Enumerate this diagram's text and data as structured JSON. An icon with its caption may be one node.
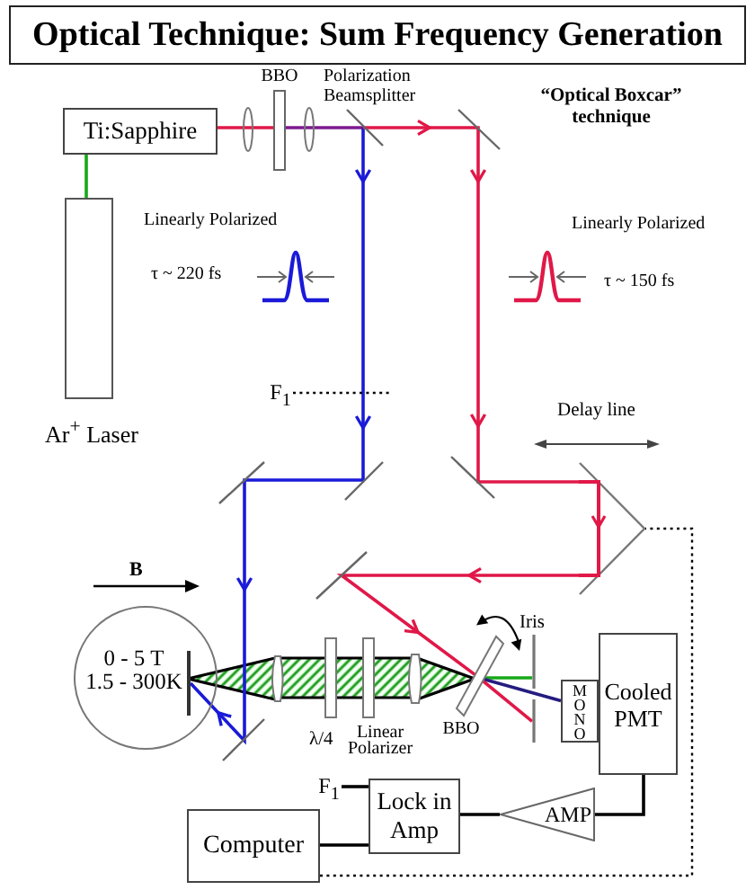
{
  "diagram": {
    "title": "Optical Technique: Sum Frequency Generation",
    "nodes": [
      {
        "text": [
          "Ti:Sapphire"
        ]
      },
      {
        "text": [],
        "shape": "bar"
      },
      {
        "text": [
          "Ar$^{+}$ Laser"
        ]
      },
      {
        "text": [
          "F$_{1}$"
        ]
      },
      {
        "text": [],
        "shape": "chevron"
      },
      {
        "text": [
          "0 - 5 T",
          "1.5 - 300K"
        ]
      },
      {
        "text": [],
        "shape": "bar",
        "in": 5
      },
      {
        "text": [],
        "shape": "bar"
      },
      {
        "text": [],
        "shape": "bar"
      },
      {
        "text": [
          "MONO"
        ]
      },
      {
        "text": [
          "Cooled PMT"
        ]
      },
      {
        "text": [
          "F$_{1}$"
        ]
      },
      {
        "text": [
          "Lock in Amp"
        ]
      },
      {
        "text": [
          "AMP"
        ]
      },
      {
        "text": [
          "Computer"
        ]
      }
    ],
    "edges": [
      {
        "from": 2,
        "to": 0,
        "arrow": "none",
        "color": "#18a818"
      },
      {
        "from": 0,
        "to": 1,
        "arrow": "none",
        "color": "#e01848"
      },
      {
        "from": 1,
        "to": 6,
        "arrow": "to",
        "color": "#1a1ad8"
      },
      {
        "from": 1,
        "to": 4,
        "arrow": "to",
        "color": "#e01848"
      },
      {
        "from": 4,
        "to": 7,
        "arrow": "to",
        "color": "#e01848"
      },
      {
        "from": 7,
        "to": 8,
        "arrow": "none",
        "color": "#18a818"
      },
      {
        "from": 7,
        "to": 9,
        "arrow": "none",
        "color": "#241c80"
      },
      {
        "from": 7,
        "to": 8,
        "arrow": "none",
        "color": "#e01848"
      },
      {
        "from": 10,
        "to": 13,
        "arrow": "none"
      },
      {
        "from": 13,
        "to": 12,
        "arrow": "none"
      },
      {
        "from": 12,
        "to": 14,
        "arrow": "none"
      },
      {
        "from": 11,
        "to": 12,
        "arrow": "none"
      },
      {
        "from": 3,
        "to": null,
        "arrow": "none",
        "style": "dashed"
      },
      {
        "from": 14,
        "to": 4,
        "arrow": "none",
        "style": "dashed"
      }
    ],
    "labels": [
      "BBO",
      "Polarization Beamsplitter",
      "“Optical Boxcar” technique",
      "Linearly Polarized",
      "τ ~ 220 fs",
      "Linearly Polarized",
      "τ ~ 150 fs",
      "Delay line",
      "B",
      "Iris",
      "λ/4",
      "Linear Polarizer",
      "BBO"
    ]
  }
}
